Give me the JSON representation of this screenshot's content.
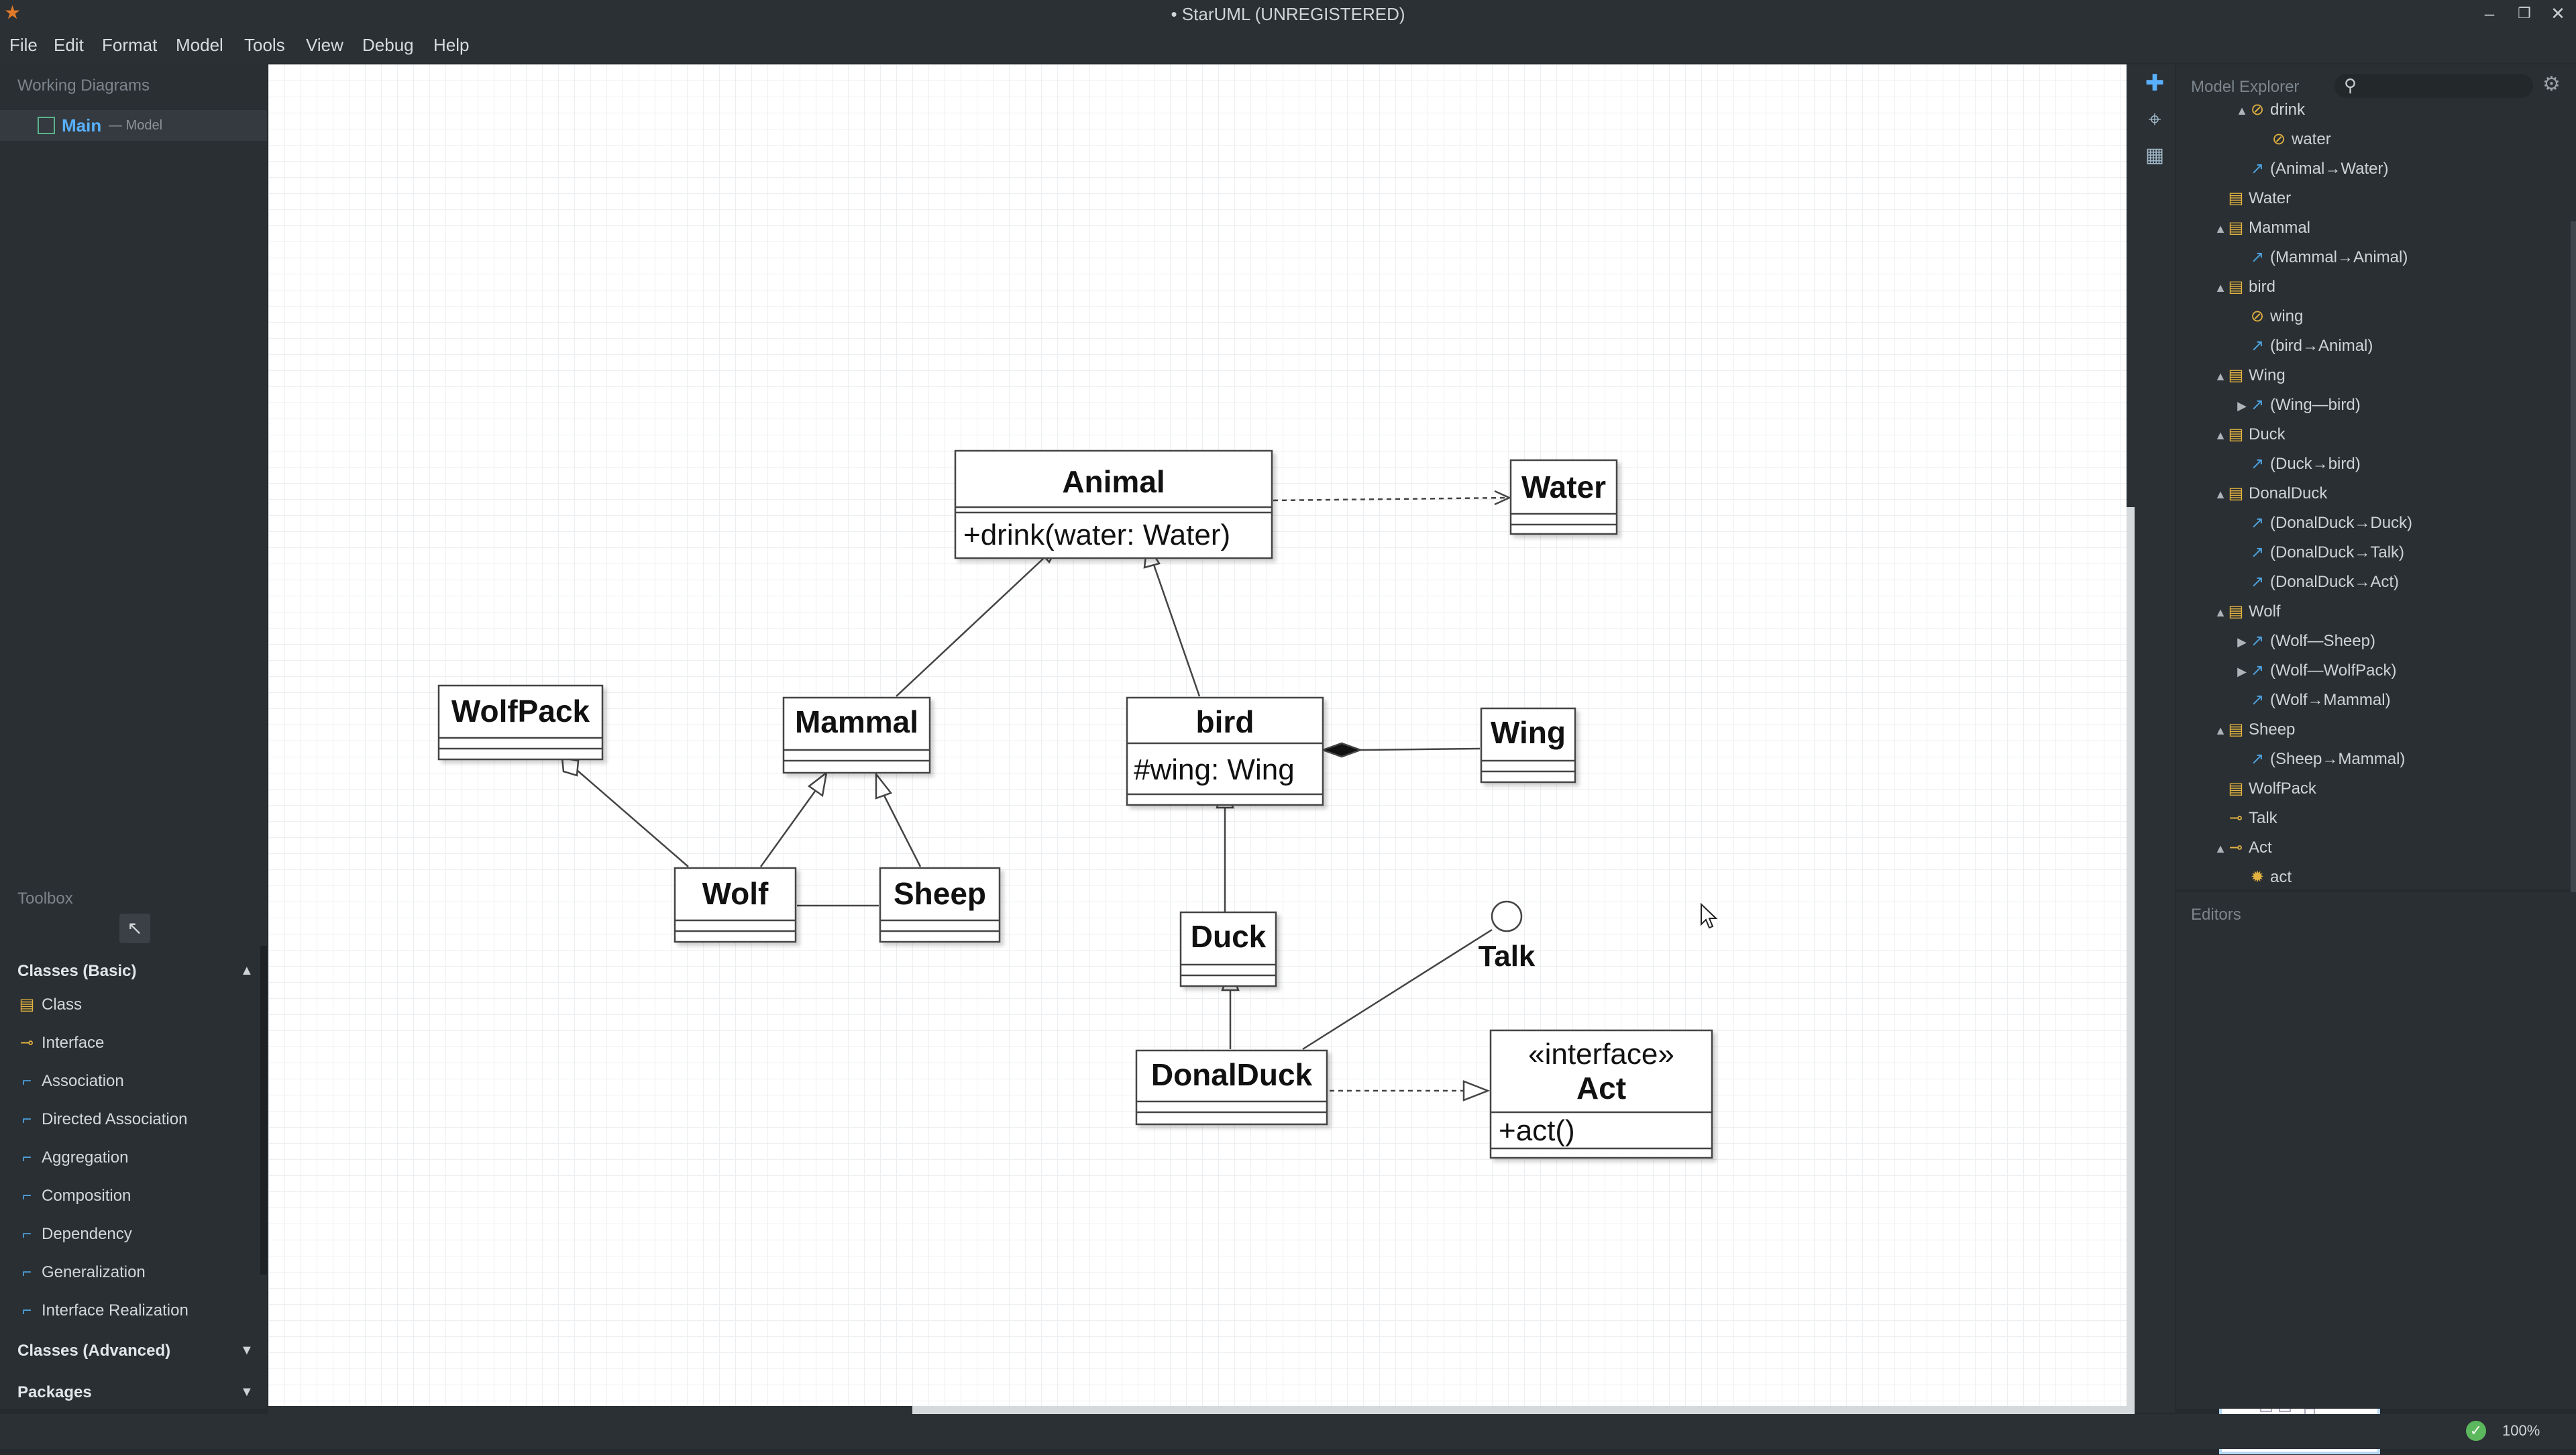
{
  "window": {
    "title": "• StarUML (UNREGISTERED)",
    "controls": {
      "minimize": "–",
      "restore": "❐",
      "close": "✕"
    }
  },
  "menu": [
    "File",
    "Edit",
    "Format",
    "Model",
    "Tools",
    "View",
    "Debug",
    "Help"
  ],
  "working_diagrams": {
    "header": "Working Diagrams",
    "items": [
      {
        "label": "Main",
        "sub": "— Model"
      }
    ]
  },
  "toolbox": {
    "header": "Toolbox",
    "sections": [
      {
        "label": "Classes (Basic)",
        "arrow": "▲",
        "items": [
          "Class",
          "Interface",
          "Association",
          "Directed Association",
          "Aggregation",
          "Composition",
          "Dependency",
          "Generalization",
          "Interface Realization"
        ]
      },
      {
        "label": "Classes (Advanced)",
        "arrow": "▼",
        "items": []
      },
      {
        "label": "Packages",
        "arrow": "▼",
        "items": []
      }
    ]
  },
  "diagram": {
    "classes": {
      "animal": {
        "name": "Animal",
        "operation": "+drink(water: Water)"
      },
      "water": {
        "name": "Water"
      },
      "wolfpack": {
        "name": "WolfPack"
      },
      "mammal": {
        "name": "Mammal"
      },
      "bird": {
        "name": "bird",
        "attribute": "#wing: Wing"
      },
      "wing": {
        "name": "Wing"
      },
      "wolf": {
        "name": "Wolf"
      },
      "sheep": {
        "name": "Sheep"
      },
      "duck": {
        "name": "Duck"
      },
      "donalduck": {
        "name": "DonalDuck"
      },
      "act": {
        "stereotype": "«interface»",
        "name": "Act",
        "operation": "+act()"
      }
    },
    "interfaces": {
      "talk": {
        "name": "Talk"
      }
    }
  },
  "model_explorer": {
    "header": "Model Explorer",
    "search_placeholder": "",
    "rows": [
      {
        "depth": 2,
        "tri": "▲",
        "icon": "attr",
        "label": "drink"
      },
      {
        "depth": 3,
        "tri": "",
        "icon": "attr",
        "label": "water"
      },
      {
        "depth": 2,
        "tri": "",
        "icon": "rel",
        "label": "(Animal→Water)"
      },
      {
        "depth": 1,
        "tri": "",
        "icon": "class",
        "label": "Water"
      },
      {
        "depth": 1,
        "tri": "▲",
        "icon": "class",
        "label": "Mammal"
      },
      {
        "depth": 2,
        "tri": "",
        "icon": "rel",
        "label": "(Mammal→Animal)"
      },
      {
        "depth": 1,
        "tri": "▲",
        "icon": "class",
        "label": "bird"
      },
      {
        "depth": 2,
        "tri": "",
        "icon": "attr",
        "label": "wing"
      },
      {
        "depth": 2,
        "tri": "",
        "icon": "rel",
        "label": "(bird→Animal)"
      },
      {
        "depth": 1,
        "tri": "▲",
        "icon": "class",
        "label": "Wing"
      },
      {
        "depth": 2,
        "tri": "▶",
        "icon": "rel",
        "label": "(Wing—bird)"
      },
      {
        "depth": 1,
        "tri": "▲",
        "icon": "class",
        "label": "Duck"
      },
      {
        "depth": 2,
        "tri": "",
        "icon": "rel",
        "label": "(Duck→bird)"
      },
      {
        "depth": 1,
        "tri": "▲",
        "icon": "class",
        "label": "DonalDuck"
      },
      {
        "depth": 2,
        "tri": "",
        "icon": "rel",
        "label": "(DonalDuck→Duck)"
      },
      {
        "depth": 2,
        "tri": "",
        "icon": "rel",
        "label": "(DonalDuck→Talk)"
      },
      {
        "depth": 2,
        "tri": "",
        "icon": "rel",
        "label": "(DonalDuck→Act)"
      },
      {
        "depth": 1,
        "tri": "▲",
        "icon": "class",
        "label": "Wolf"
      },
      {
        "depth": 2,
        "tri": "▶",
        "icon": "rel",
        "label": "(Wolf—Sheep)"
      },
      {
        "depth": 2,
        "tri": "▶",
        "icon": "rel",
        "label": "(Wolf—WolfPack)"
      },
      {
        "depth": 2,
        "tri": "",
        "icon": "rel",
        "label": "(Wolf→Mammal)"
      },
      {
        "depth": 1,
        "tri": "▲",
        "icon": "class",
        "label": "Sheep"
      },
      {
        "depth": 2,
        "tri": "",
        "icon": "rel",
        "label": "(Sheep→Mammal)"
      },
      {
        "depth": 1,
        "tri": "",
        "icon": "class",
        "label": "WolfPack"
      },
      {
        "depth": 1,
        "tri": "",
        "icon": "iface",
        "label": "Talk"
      },
      {
        "depth": 1,
        "tri": "▲",
        "icon": "iface",
        "label": "Act"
      },
      {
        "depth": 2,
        "tri": "",
        "icon": "op",
        "label": "act"
      }
    ]
  },
  "editors": {
    "header": "Editors"
  },
  "status": {
    "zoom": "100%",
    "ok_glyph": "✓"
  },
  "icons": {
    "class": "▤",
    "rel": "↗",
    "attr": "⊘",
    "iface": "⊸",
    "op": "✹",
    "pointer": "↖",
    "search": "⚲",
    "gear": "⚙"
  }
}
